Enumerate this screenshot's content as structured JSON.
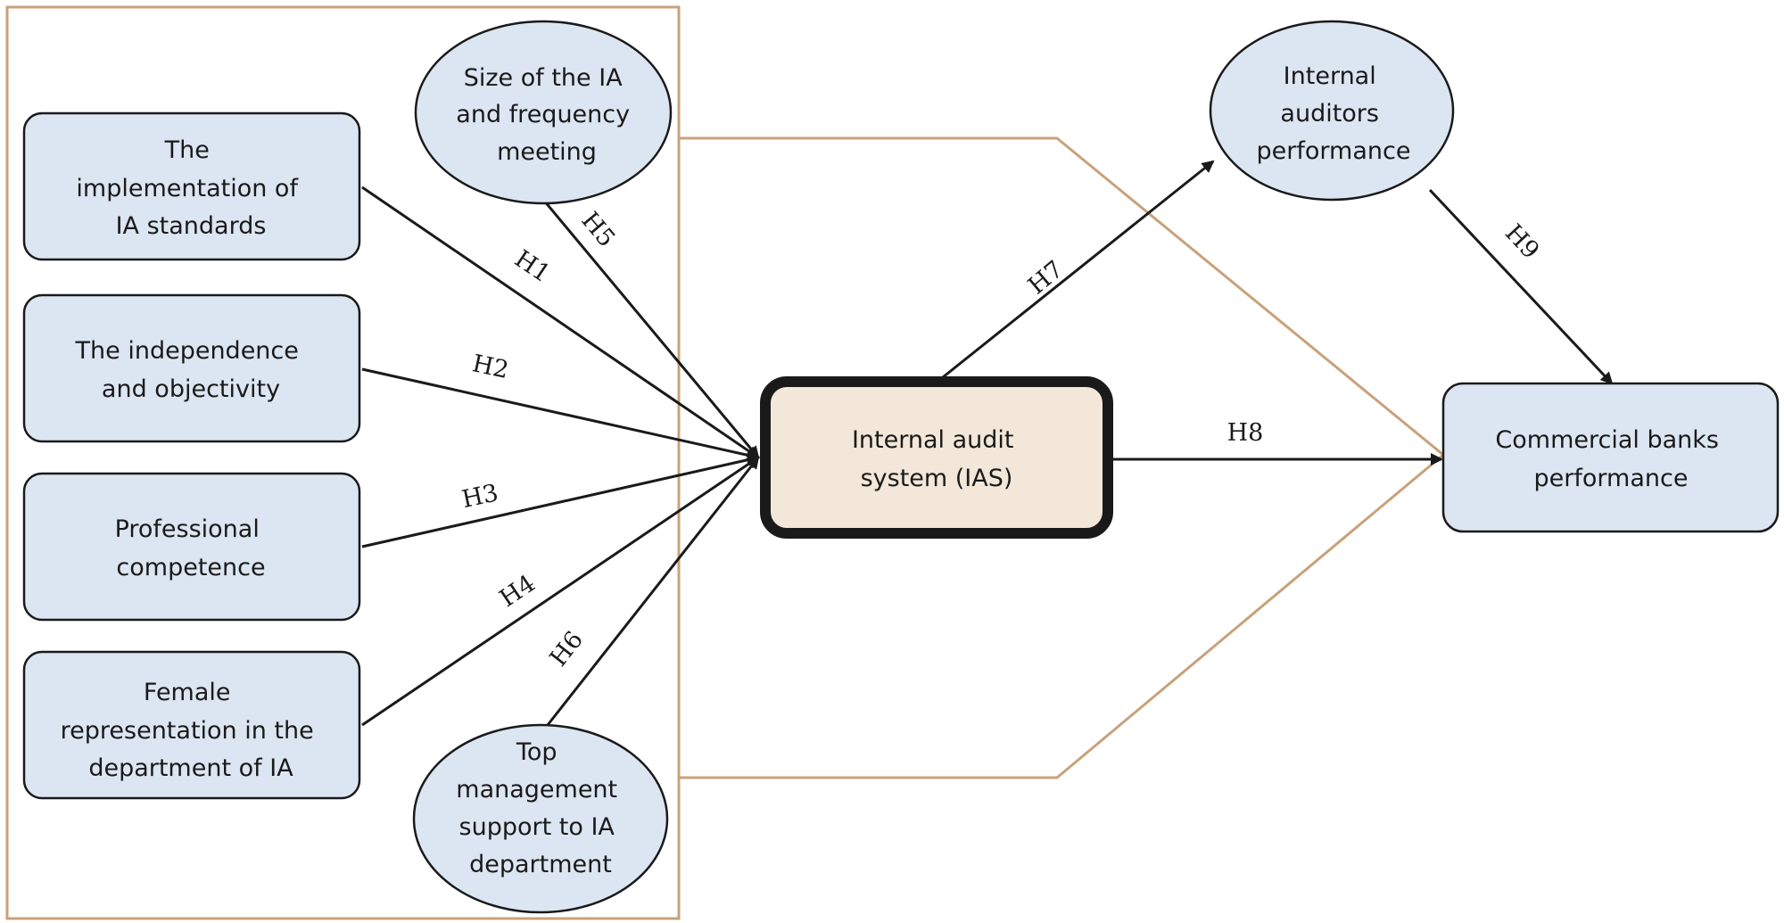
{
  "diagram": {
    "colors": {
      "box_fill": "#dce6f2",
      "central_fill": "#f2e7d8",
      "stroke": "#1a1a1a",
      "frame": "#c8a27a"
    },
    "nodes": {
      "ia_standards": {
        "lines": [
          "The",
          "implementation of",
          "IA standards"
        ]
      },
      "independence": {
        "lines": [
          "The independence",
          "and objectivity"
        ]
      },
      "competence": {
        "lines": [
          "Professional",
          "competence"
        ]
      },
      "female_rep": {
        "lines": [
          "Female",
          "representation in the",
          "department of IA"
        ]
      },
      "size_meeting": {
        "lines": [
          "Size of the IA",
          "and frequency",
          "meeting"
        ]
      },
      "top_mgmt": {
        "lines": [
          "Top",
          "management",
          "support to IA",
          "department"
        ]
      },
      "ias": {
        "lines": [
          "Internal audit",
          "system (IAS)"
        ]
      },
      "auditors_perf": {
        "lines": [
          "Internal",
          "auditors",
          "performance"
        ]
      },
      "banks_perf": {
        "lines": [
          "Commercial banks",
          "performance"
        ]
      }
    },
    "hypotheses": {
      "h1": "H1",
      "h2": "H2",
      "h3": "H3",
      "h4": "H4",
      "h5": "H5",
      "h6": "H6",
      "h7": "H7",
      "h8": "H8",
      "h9": "H9"
    }
  }
}
